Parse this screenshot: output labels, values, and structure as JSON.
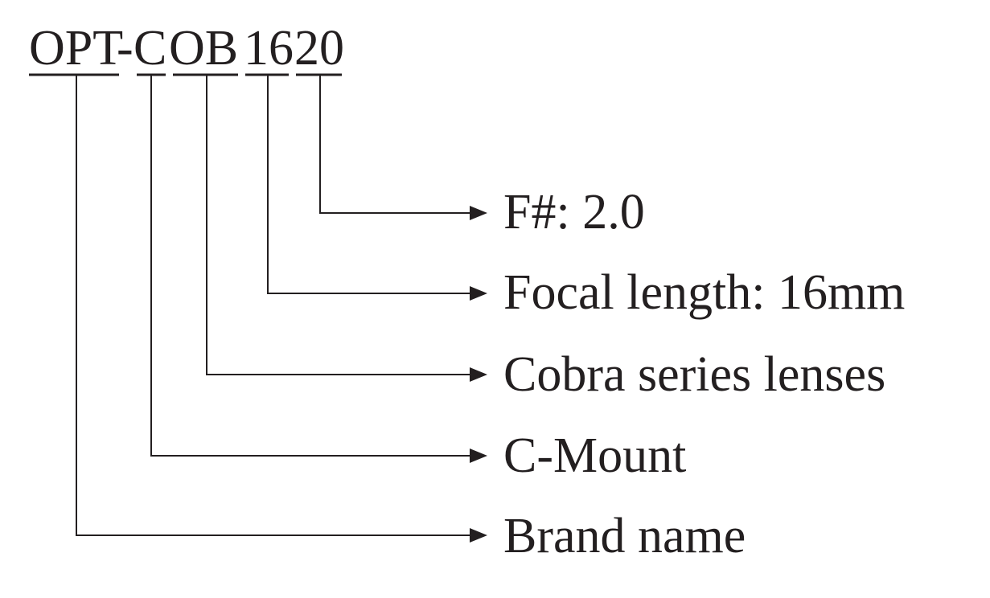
{
  "model": {
    "segments": [
      "OPT",
      "-",
      "C",
      "OB",
      "16",
      "20"
    ]
  },
  "labels": {
    "f_number": "F#: 2.0",
    "focal_length": "Focal length: 16mm",
    "series": "Cobra series lenses",
    "mount": "C-Mount",
    "brand": "Brand name"
  },
  "colors": {
    "ink": "#231f20",
    "background": "#ffffff"
  }
}
